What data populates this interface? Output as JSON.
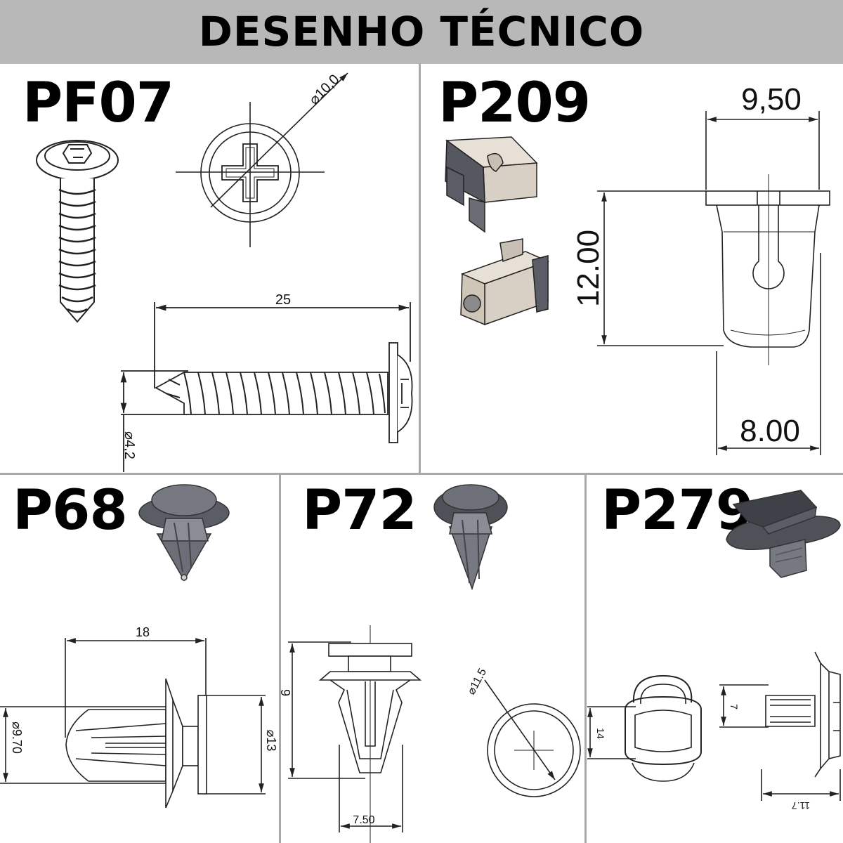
{
  "header": {
    "title": "DESENHO TÉCNICO",
    "background": "#b8b8b8"
  },
  "panels": {
    "pf07": {
      "title": "PF07",
      "dim_diameter_head": "⌀10,0",
      "dim_length": "25",
      "dim_diameter_shank": "⌀4,2"
    },
    "p209": {
      "title": "P209",
      "dim_width_top": "9,50",
      "dim_height": "12.00",
      "dim_width_bottom": "8.00"
    },
    "p68": {
      "title": "P68",
      "dim_length": "18",
      "dim_diameter_body": "⌀9.70",
      "dim_diameter_head": "⌀13"
    },
    "p72": {
      "title": "P72",
      "dim_height": "9",
      "dim_width": "7.50",
      "dim_diameter": "⌀11.5"
    },
    "p279": {
      "title": "P279",
      "dim_height": "14",
      "dim_small": "7",
      "dim_length": "11.7"
    }
  },
  "colors": {
    "line": "#222222",
    "render_dark": "#5a5d66",
    "render_light": "#d8d0c4",
    "divider": "#a9a9a9"
  }
}
